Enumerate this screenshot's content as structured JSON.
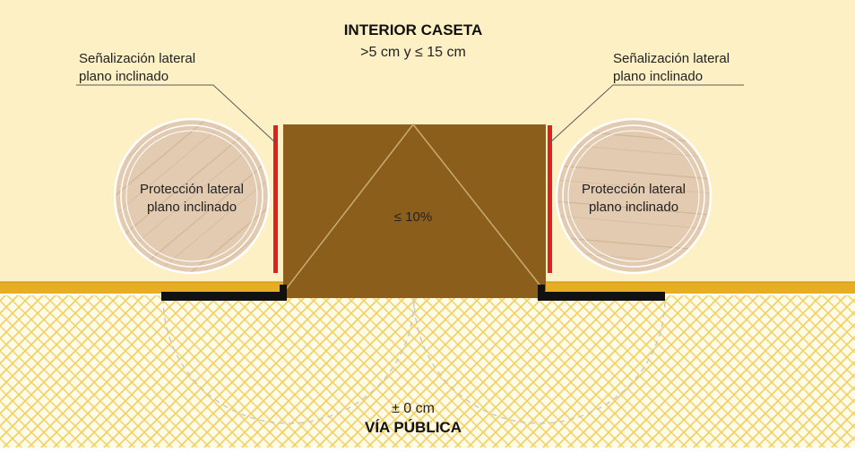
{
  "labels": {
    "title": "INTERIOR CASETA",
    "height_range": ">5 cm y ≤ 15 cm",
    "signal_left_line1": "Señalización lateral",
    "signal_left_line2": "plano inclinado",
    "signal_right_line1": "Señalización lateral",
    "signal_right_line2": "plano inclinado",
    "protect_left_line1": "Protección lateral",
    "protect_left_line2": "plano inclinado",
    "protect_right_line1": "Protección lateral",
    "protect_right_line2": "plano inclinado",
    "slope": "≤ 10%",
    "street_level": "± 0 cm",
    "street": "VÍA PÚBLICA"
  },
  "colors": {
    "interior_bg": "#fdf0c5",
    "pavement_bg": "#fffbe9",
    "pavement_pattern": "#f2cf5a",
    "curb": "#e7ae23",
    "ramp": "#8b5f1b",
    "ramp_line": "#c9ab72",
    "signal_red": "#e02020",
    "baseline": "#111111",
    "wheel_fill": "#e3cbb2",
    "wheel_stroke": "#ffffff",
    "leader": "#5a5a5a",
    "text": "#222222",
    "text_dark": "#111111"
  }
}
